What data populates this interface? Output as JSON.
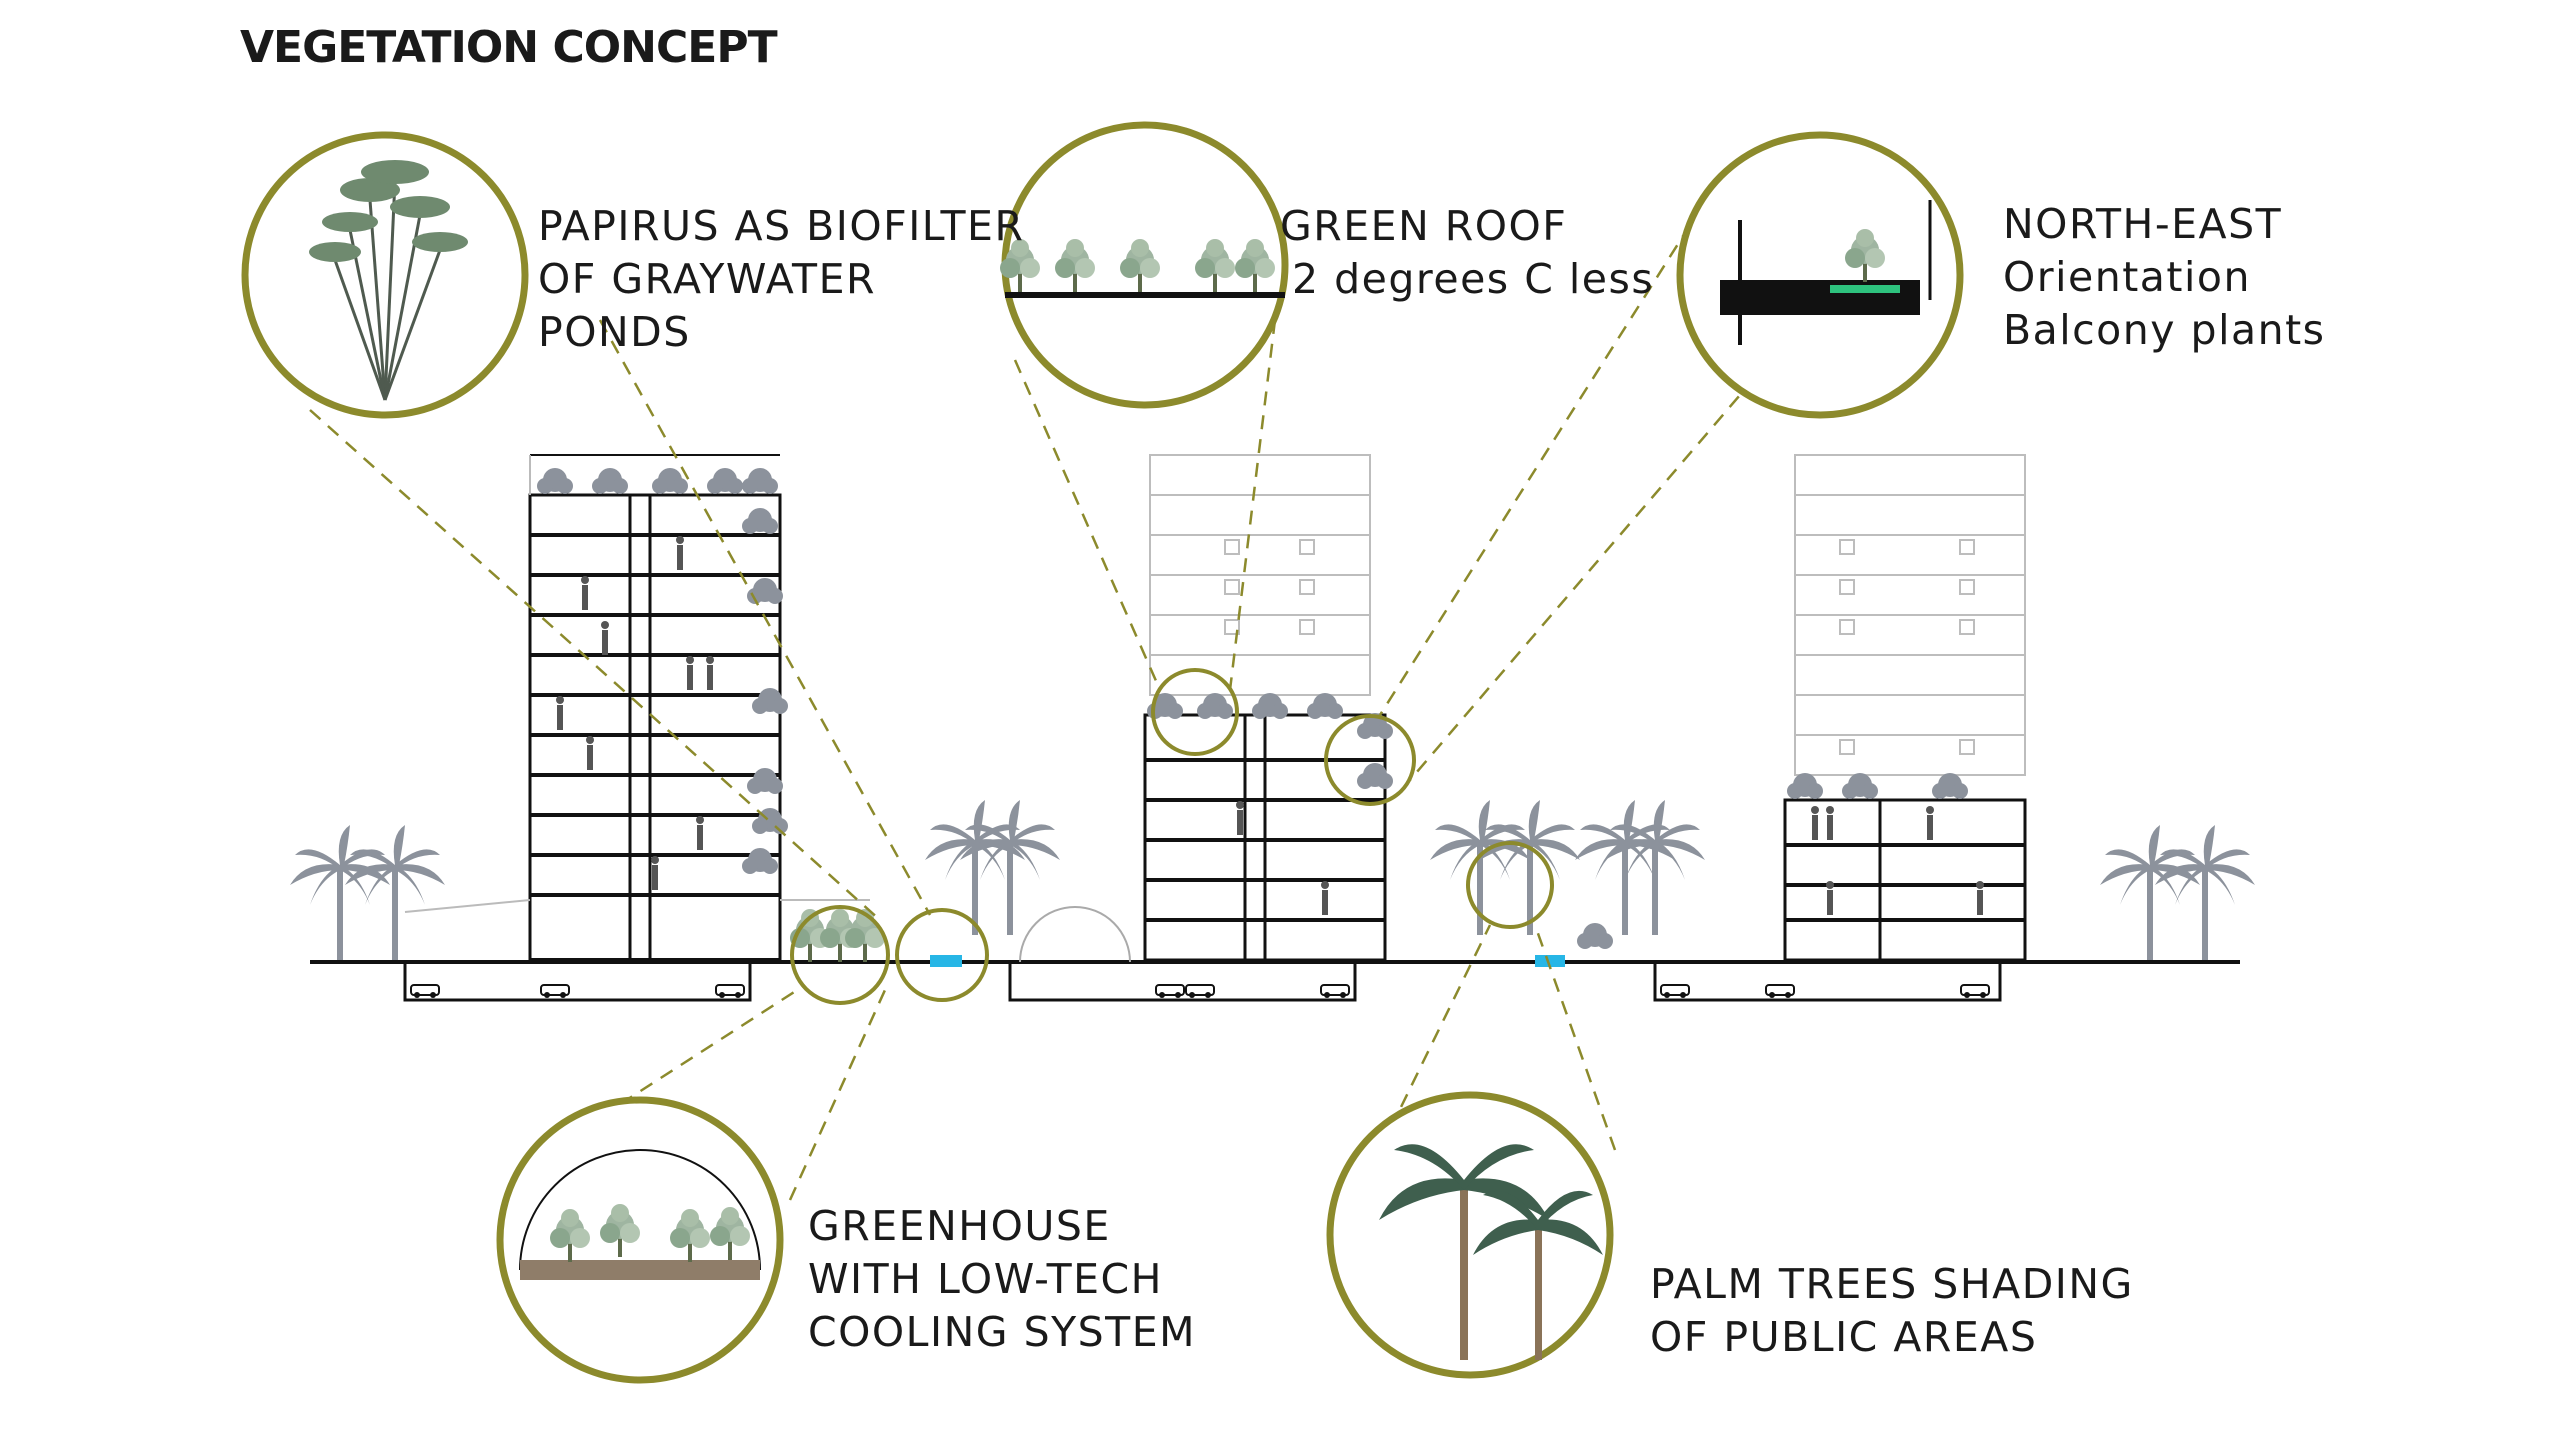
{
  "title": "VEGETATION CONCEPT",
  "colors": {
    "accent_olive": "#8c8a2c",
    "dash": "#8c8a2c",
    "plant_gray": "#8c929c",
    "water_blue": "#27b6e6",
    "line": "#111111",
    "ghost_line": "#bdbdbd"
  },
  "callouts": {
    "papyrus": {
      "lines": [
        "PAPIRUS AS BIOFILTER",
        "OF GRAYWATER",
        "PONDS"
      ]
    },
    "green_roof": {
      "lines": [
        "GREEN ROOF",
        "2 degrees C less"
      ]
    },
    "northeast": {
      "lines": [
        "NORTH-EAST",
        "Orientation",
        "Balcony plants"
      ]
    },
    "greenhouse": {
      "lines": [
        "GREENHOUSE",
        "WITH LOW-TECH",
        "COOLING SYSTEM"
      ]
    },
    "palms": {
      "lines": [
        "PALM TREES SHADING",
        "OF PUBLIC AREAS"
      ]
    }
  }
}
